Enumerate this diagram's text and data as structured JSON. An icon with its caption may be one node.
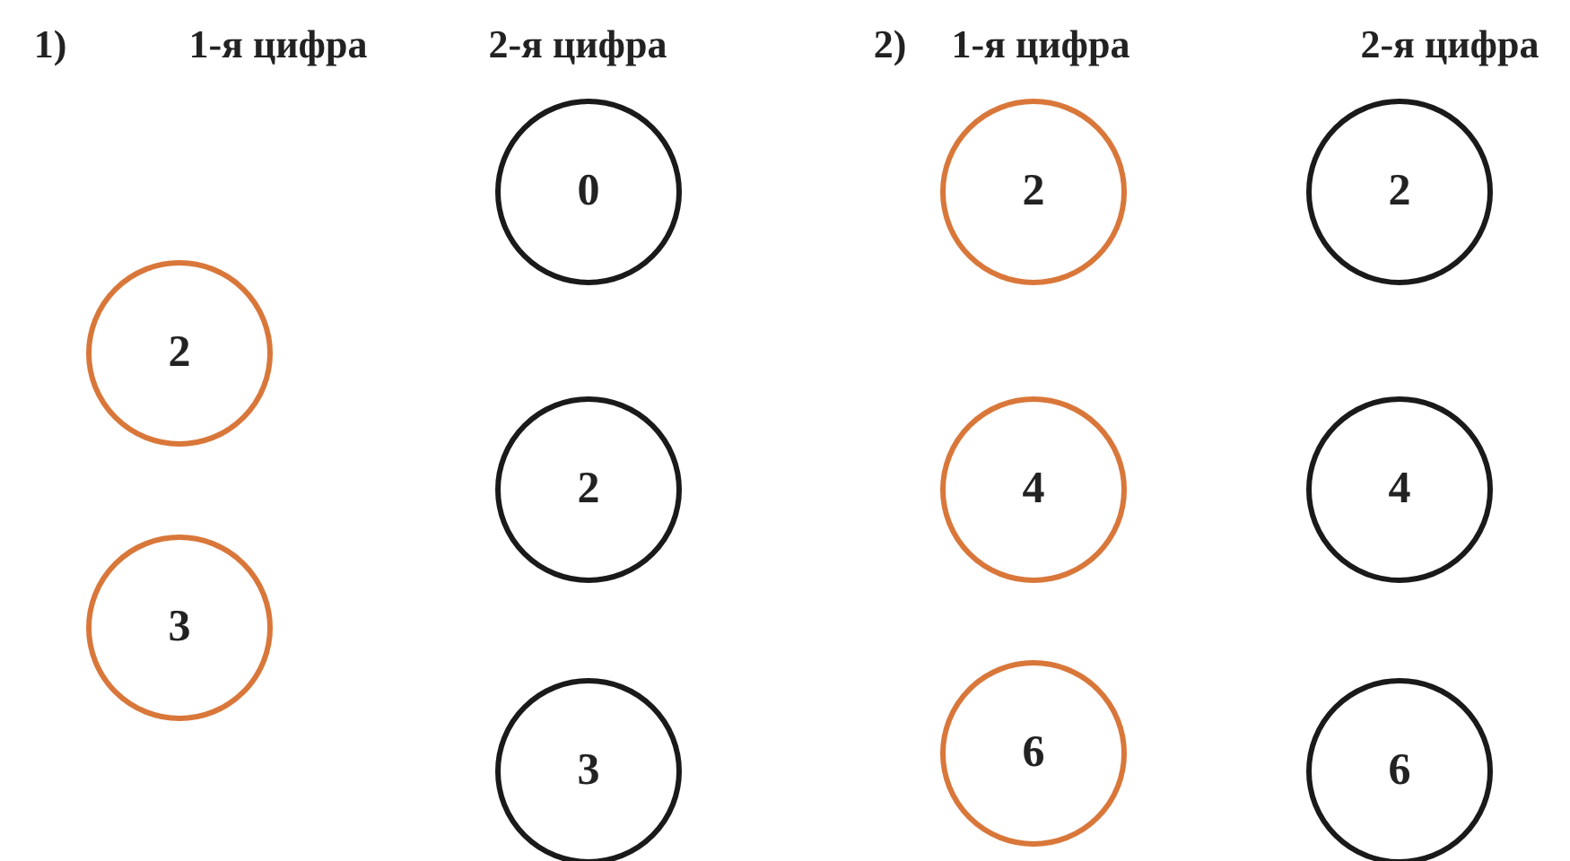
{
  "diagram": {
    "nodes": [
      {
        "text": [
          "2"
        ]
      },
      {
        "text": [
          "3"
        ]
      },
      {
        "text": [
          "0"
        ]
      },
      {
        "text": [
          "2"
        ]
      },
      {
        "text": [
          "3"
        ]
      },
      {
        "text": [
          "2"
        ]
      },
      {
        "text": [
          "4"
        ]
      },
      {
        "text": [
          "6"
        ]
      },
      {
        "text": [
          "2"
        ]
      },
      {
        "text": [
          "4"
        ]
      },
      {
        "text": [
          "6"
        ]
      }
    ],
    "labels": [
      "1)",
      "1-я цифра",
      "2-я цифра",
      "2)",
      "1-я цифра",
      "2-я цифра"
    ]
  }
}
